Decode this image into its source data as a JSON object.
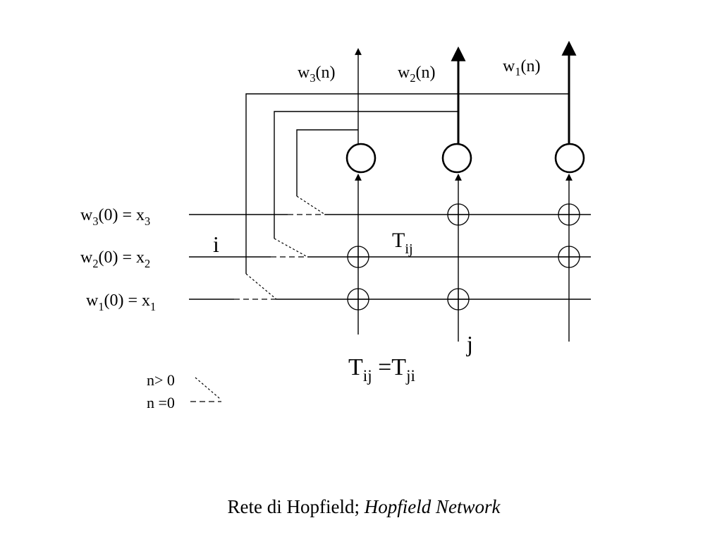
{
  "outputs": [
    {
      "base": "w",
      "sub": "3",
      "rest": "(n)"
    },
    {
      "base": "w",
      "sub": "2",
      "rest": "(n)"
    },
    {
      "base": "w",
      "sub": "1",
      "rest": "(n)"
    }
  ],
  "inputs": [
    {
      "w_base": "w",
      "w_sub": "3",
      "mid": "(0) = x",
      "x_sub": "3"
    },
    {
      "w_base": "w",
      "w_sub": "2",
      "mid": "(0) = x",
      "x_sub": "2"
    },
    {
      "w_base": "w",
      "w_sub": "1",
      "mid": "(0) = x",
      "x_sub": "1"
    }
  ],
  "row_index_label": "i",
  "col_index_label": "j",
  "weight_label": {
    "base": "T",
    "sub": "ij"
  },
  "symmetry_label": {
    "left_base": "T",
    "left_sub": "ij",
    "eq": " =T",
    "right_sub": "ji"
  },
  "legend": [
    {
      "label": "n> 0",
      "style": "dotted"
    },
    {
      "label": "n =0",
      "style": "dashed"
    }
  ],
  "caption": {
    "regular": "Rete di Hopfield; ",
    "italic": "Hopfield Network"
  }
}
